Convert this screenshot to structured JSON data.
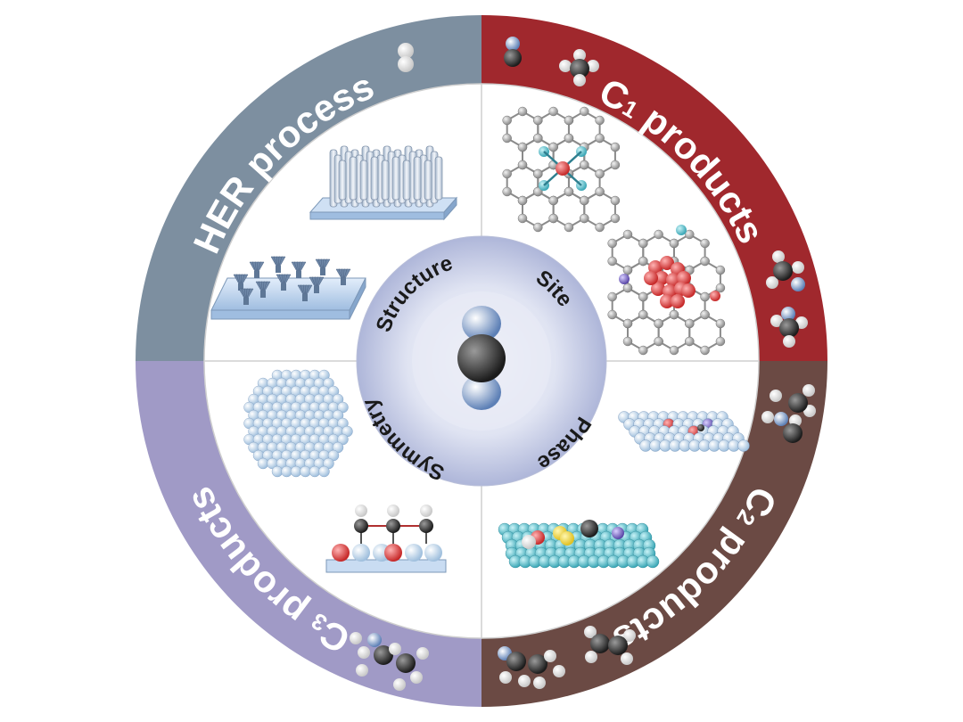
{
  "quadrants": {
    "her": {
      "label": "HER process",
      "color": "#7d8fa0"
    },
    "c1": {
      "label_main": "C",
      "label_sub": "1",
      "label_rest": " products",
      "color": "#a0282d"
    },
    "c2": {
      "label_main": "C",
      "label_sub": "2",
      "label_rest": " products",
      "color": "#6b4a44"
    },
    "c3": {
      "label_main": "C",
      "label_sub": "3",
      "label_rest": " products",
      "color": "#a09ac6"
    }
  },
  "core": {
    "structure": "Structure",
    "site": "Site",
    "phase": "Phase",
    "symmetry": "Symmetry"
  },
  "atom_colors": {
    "carbon": "#3a3a3a",
    "hydrogen": "#e6e6e6",
    "oxygen": "#d32f2f",
    "nitrogen": "#2f7f8f",
    "metal": "#9fc0de"
  }
}
